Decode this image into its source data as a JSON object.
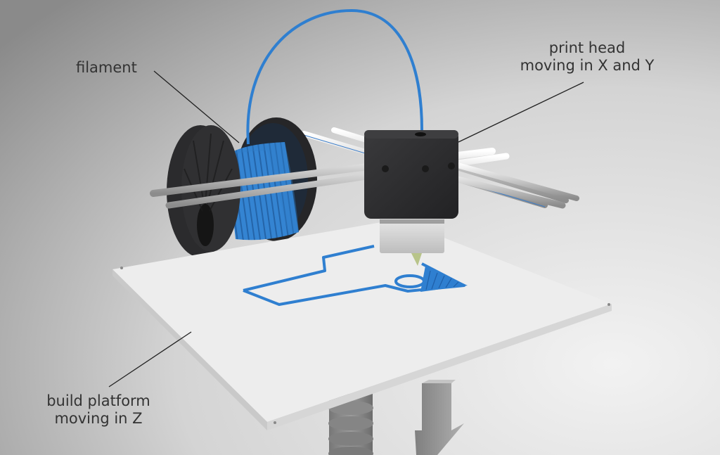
{
  "diagram": {
    "subject": "FDM 3D printer",
    "labels": {
      "filament": "filament",
      "print_head_line1": "print head",
      "print_head_line2": "moving in X and Y",
      "platform_line1": "build platform",
      "platform_line2": "moving in Z"
    },
    "colors": {
      "filament_blue": "#2f7fd0",
      "print_head": "#2d2d2f",
      "spool": "#2a2a2c",
      "platform": "#efefef",
      "label_text": "#333333",
      "leader_line": "#222222",
      "arrow": "#9a9a9a"
    }
  }
}
